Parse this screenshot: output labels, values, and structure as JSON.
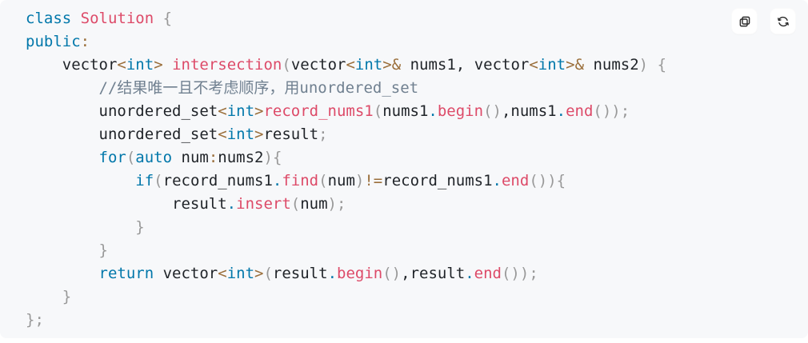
{
  "code_block": {
    "background": "#f7f8fa",
    "language": "cpp",
    "palette": {
      "kw": "#0077aa",
      "fn": "#dd4a68",
      "op": "#9a6e3a",
      "pu": "#999999",
      "cm": "#708090",
      "tx": "#1f2328",
      "dt": "#0077aa"
    },
    "toolbar": {
      "buttons": [
        {
          "name": "copy-button",
          "icon": "copy-icon"
        },
        {
          "name": "refresh-button",
          "icon": "refresh-icon"
        }
      ]
    },
    "lines": [
      {
        "indent": 0,
        "tokens": [
          [
            "kw",
            "class"
          ],
          [
            "tx",
            " "
          ],
          [
            "fn",
            "Solution"
          ],
          [
            "tx",
            " "
          ],
          [
            "pu",
            "{"
          ]
        ]
      },
      {
        "indent": 0,
        "tokens": [
          [
            "kw",
            "public"
          ],
          [
            "op",
            ":"
          ]
        ]
      },
      {
        "indent": 4,
        "tokens": [
          [
            "tx",
            "vector"
          ],
          [
            "op",
            "<"
          ],
          [
            "kw",
            "int"
          ],
          [
            "op",
            ">"
          ],
          [
            "tx",
            " "
          ],
          [
            "fn",
            "intersection"
          ],
          [
            "pu",
            "("
          ],
          [
            "tx",
            "vector"
          ],
          [
            "op",
            "<"
          ],
          [
            "kw",
            "int"
          ],
          [
            "op",
            ">"
          ],
          [
            "op",
            "&"
          ],
          [
            "tx",
            " nums1"
          ],
          [
            "tx",
            ","
          ],
          [
            "tx",
            " vector"
          ],
          [
            "op",
            "<"
          ],
          [
            "kw",
            "int"
          ],
          [
            "op",
            ">"
          ],
          [
            "op",
            "&"
          ],
          [
            "tx",
            " nums2"
          ],
          [
            "pu",
            ")"
          ],
          [
            "tx",
            " "
          ],
          [
            "pu",
            "{"
          ]
        ]
      },
      {
        "indent": 8,
        "tokens": [
          [
            "cm",
            "//结果唯一且不考虑顺序，用unordered_set"
          ]
        ]
      },
      {
        "indent": 8,
        "tokens": [
          [
            "tx",
            "unordered_set"
          ],
          [
            "op",
            "<"
          ],
          [
            "kw",
            "int"
          ],
          [
            "op",
            ">"
          ],
          [
            "fn",
            "record_nums1"
          ],
          [
            "pu",
            "("
          ],
          [
            "tx",
            "nums1"
          ],
          [
            "dt",
            "."
          ],
          [
            "fn",
            "begin"
          ],
          [
            "pu",
            "()"
          ],
          [
            "tx",
            ","
          ],
          [
            "tx",
            "nums1"
          ],
          [
            "dt",
            "."
          ],
          [
            "fn",
            "end"
          ],
          [
            "pu",
            "()"
          ],
          [
            "pu",
            ")"
          ],
          [
            "pu",
            ";"
          ]
        ]
      },
      {
        "indent": 8,
        "tokens": [
          [
            "tx",
            "unordered_set"
          ],
          [
            "op",
            "<"
          ],
          [
            "kw",
            "int"
          ],
          [
            "op",
            ">"
          ],
          [
            "tx",
            "result"
          ],
          [
            "pu",
            ";"
          ]
        ]
      },
      {
        "indent": 8,
        "tokens": [
          [
            "kw",
            "for"
          ],
          [
            "pu",
            "("
          ],
          [
            "kw",
            "auto"
          ],
          [
            "tx",
            " num"
          ],
          [
            "op",
            ":"
          ],
          [
            "tx",
            "nums2"
          ],
          [
            "pu",
            ")"
          ],
          [
            "pu",
            "{"
          ]
        ]
      },
      {
        "indent": 12,
        "tokens": [
          [
            "kw",
            "if"
          ],
          [
            "pu",
            "("
          ],
          [
            "tx",
            "record_nums1"
          ],
          [
            "dt",
            "."
          ],
          [
            "fn",
            "find"
          ],
          [
            "pu",
            "("
          ],
          [
            "tx",
            "num"
          ],
          [
            "pu",
            ")"
          ],
          [
            "op",
            "!="
          ],
          [
            "tx",
            "record_nums1"
          ],
          [
            "dt",
            "."
          ],
          [
            "fn",
            "end"
          ],
          [
            "pu",
            "()"
          ],
          [
            "pu",
            ")"
          ],
          [
            "pu",
            "{"
          ]
        ]
      },
      {
        "indent": 16,
        "tokens": [
          [
            "tx",
            "result"
          ],
          [
            "dt",
            "."
          ],
          [
            "fn",
            "insert"
          ],
          [
            "pu",
            "("
          ],
          [
            "tx",
            "num"
          ],
          [
            "pu",
            ")"
          ],
          [
            "pu",
            ";"
          ]
        ]
      },
      {
        "indent": 12,
        "tokens": [
          [
            "pu",
            "}"
          ]
        ]
      },
      {
        "indent": 8,
        "tokens": [
          [
            "pu",
            "}"
          ]
        ]
      },
      {
        "indent": 8,
        "tokens": [
          [
            "kw",
            "return"
          ],
          [
            "tx",
            " vector"
          ],
          [
            "op",
            "<"
          ],
          [
            "kw",
            "int"
          ],
          [
            "op",
            ">"
          ],
          [
            "pu",
            "("
          ],
          [
            "tx",
            "result"
          ],
          [
            "dt",
            "."
          ],
          [
            "fn",
            "begin"
          ],
          [
            "pu",
            "()"
          ],
          [
            "tx",
            ","
          ],
          [
            "tx",
            "result"
          ],
          [
            "dt",
            "."
          ],
          [
            "fn",
            "end"
          ],
          [
            "pu",
            "()"
          ],
          [
            "pu",
            ")"
          ],
          [
            "pu",
            ";"
          ]
        ]
      },
      {
        "indent": 4,
        "tokens": [
          [
            "pu",
            "}"
          ]
        ]
      },
      {
        "indent": 0,
        "tokens": [
          [
            "pu",
            "}"
          ],
          [
            "pu",
            ";"
          ]
        ]
      }
    ]
  }
}
